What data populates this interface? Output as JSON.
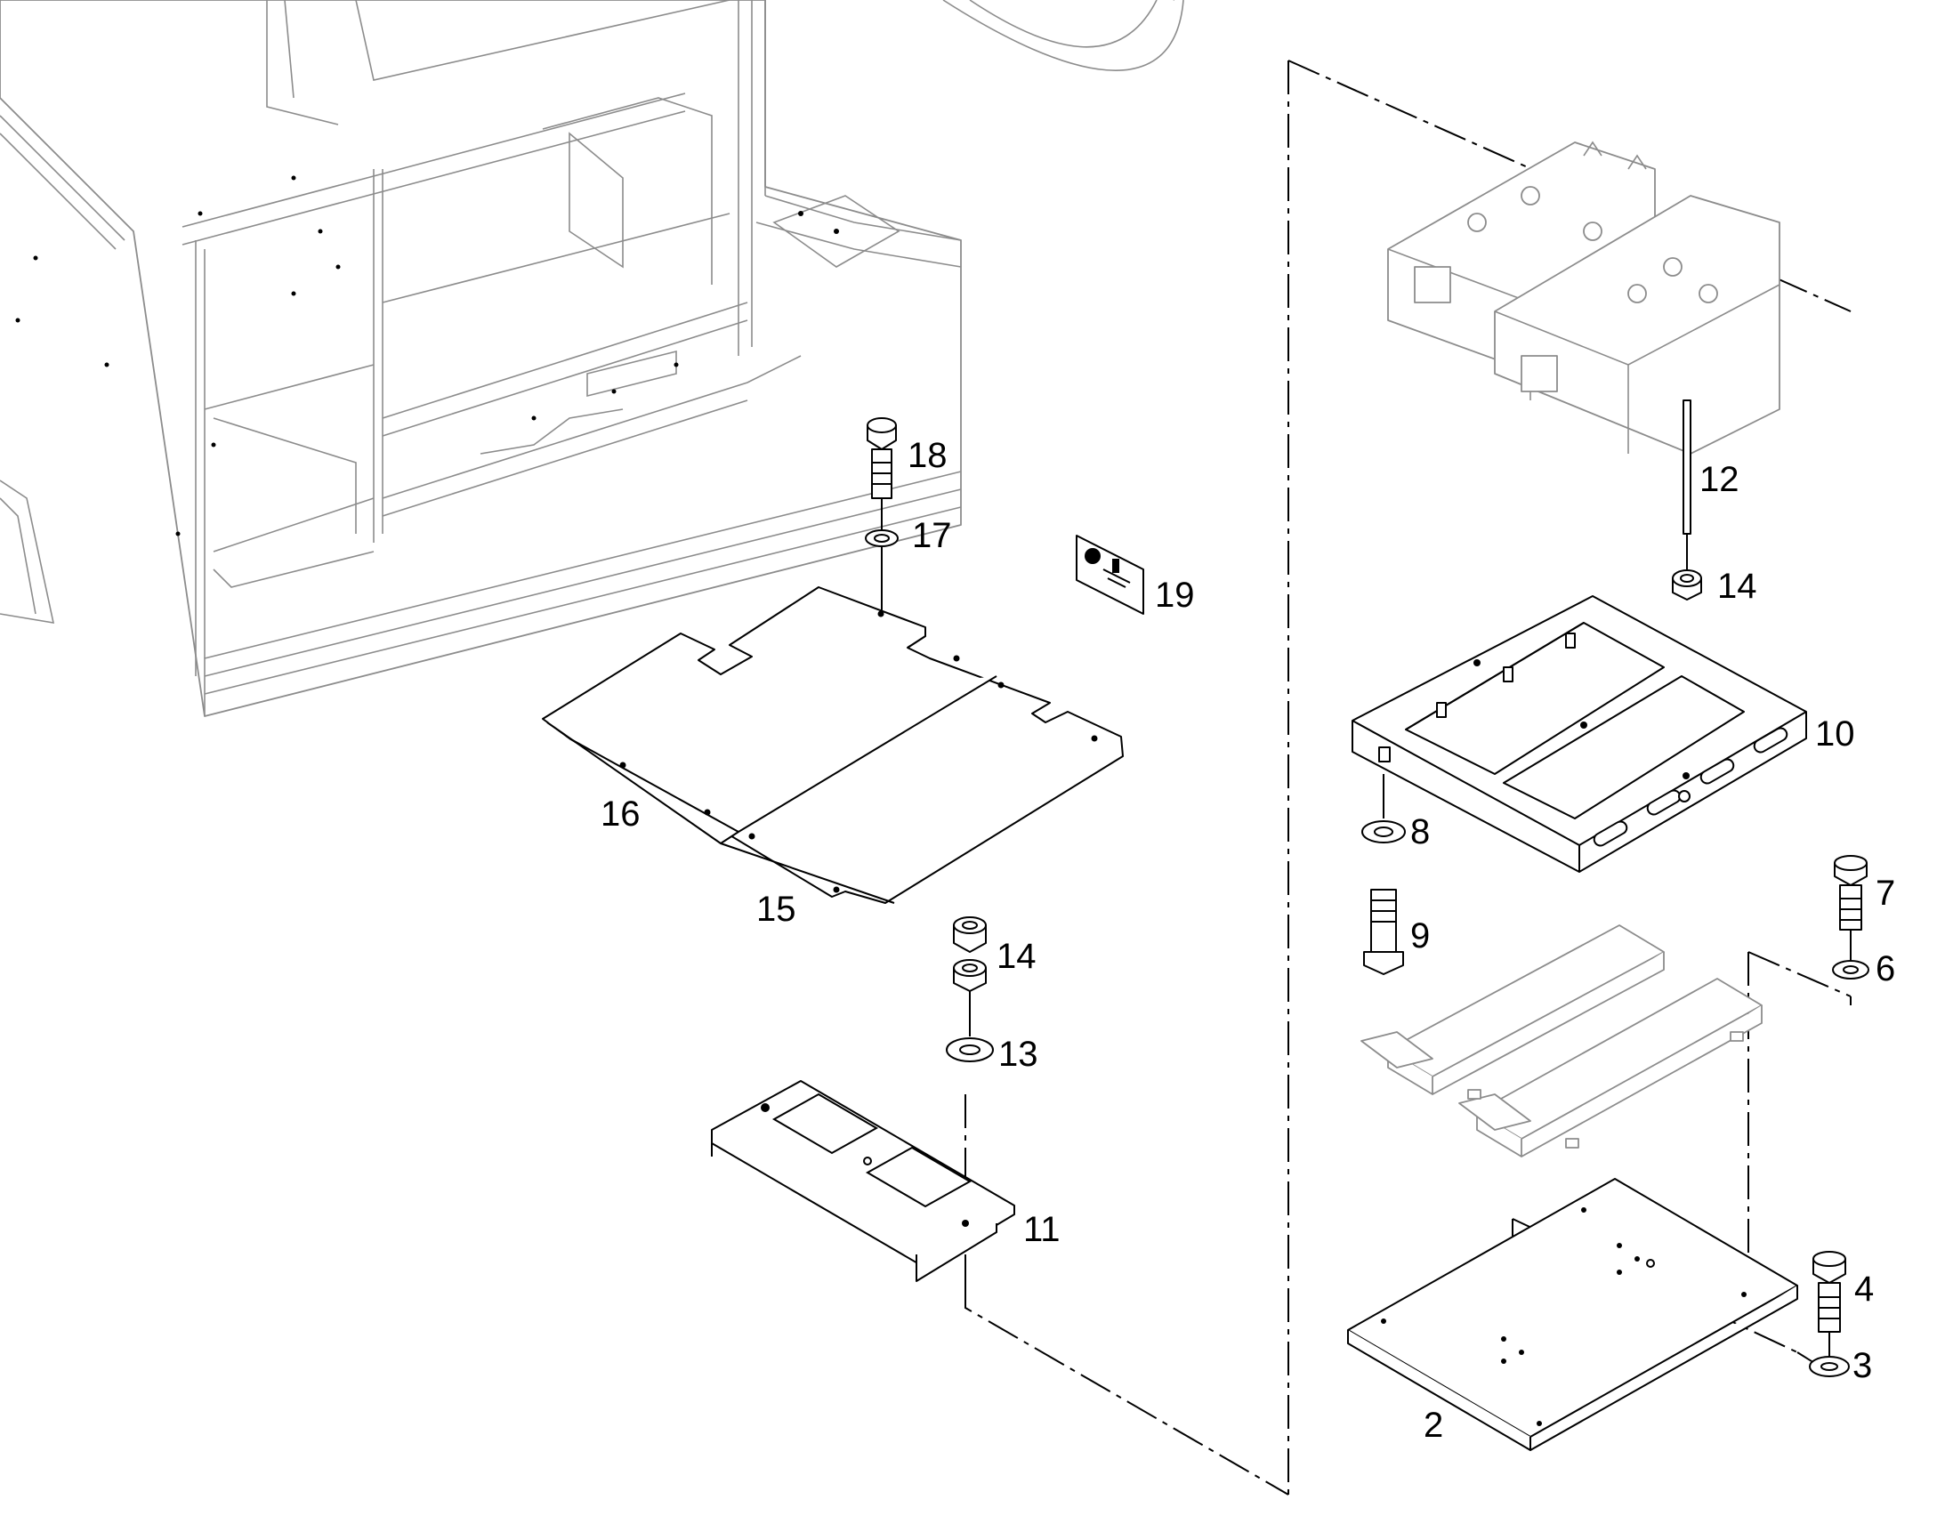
{
  "callouts": {
    "c2": "2",
    "c3": "3",
    "c4": "4",
    "c6": "6",
    "c7": "7",
    "c8": "8",
    "c9": "9",
    "c10": "10",
    "c11": "11",
    "c12": "12",
    "c13": "13",
    "c14a": "14",
    "c14b": "14",
    "c15": "15",
    "c16": "16",
    "c17": "17",
    "c18": "18",
    "c19": "19"
  },
  "colors": {
    "line": "#000000",
    "context_line": "#8c8c8c",
    "background": "#ffffff"
  }
}
